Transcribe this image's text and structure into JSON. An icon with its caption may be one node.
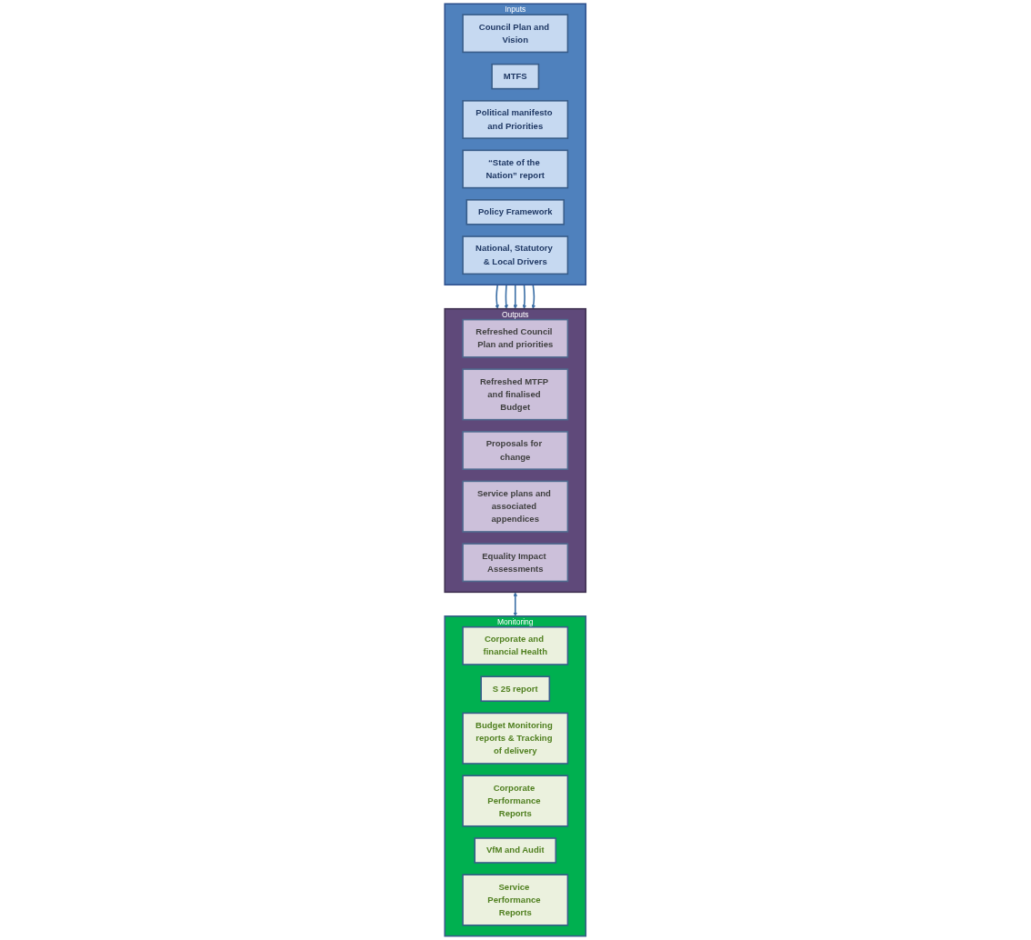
{
  "diagram": {
    "nodes": [
      {
        "text": [
          "Inputs"
        ]
      },
      {
        "text": [
          "Council Plan and Vision"
        ],
        "in": 0
      },
      {
        "text": [
          "MTFS"
        ],
        "in": 0
      },
      {
        "text": [
          "Political manifesto and Priorities"
        ],
        "in": 0
      },
      {
        "text": [
          "“State of the Nation” report"
        ],
        "in": 0
      },
      {
        "text": [
          "Policy Framework"
        ],
        "in": 0
      },
      {
        "text": [
          "National, Statutory & Local Drivers"
        ],
        "in": 0
      },
      {
        "text": [
          "Outputs"
        ]
      },
      {
        "text": [
          "Refreshed Council Plan and priorities"
        ],
        "in": 7
      },
      {
        "text": [
          "Refreshed MTFP and finalised Budget"
        ],
        "in": 7
      },
      {
        "text": [
          "Proposals for change"
        ],
        "in": 7
      },
      {
        "text": [
          "Service plans and associated appendices"
        ],
        "in": 7
      },
      {
        "text": [
          "Equality Impact Assessments"
        ],
        "in": 7
      },
      {
        "text": [
          "Monitoring"
        ]
      },
      {
        "text": [
          "Corporate and financial Health"
        ],
        "in": 13
      },
      {
        "text": [
          "S 25 report"
        ],
        "in": 13
      },
      {
        "text": [
          "Budget Monitoring reports & Tracking of delivery"
        ],
        "in": 13
      },
      {
        "text": [
          "Corporate Performance Reports"
        ],
        "in": 13
      },
      {
        "text": [
          "VfM and Audit"
        ],
        "in": 13
      },
      {
        "text": [
          "Service Performance Reports"
        ],
        "in": 13
      }
    ],
    "edges": [
      {
        "from": 0,
        "to": 7,
        "arrow": "to"
      },
      {
        "from": 0,
        "to": 7,
        "arrow": "to"
      },
      {
        "from": 0,
        "to": 7,
        "arrow": "to"
      },
      {
        "from": 0,
        "to": 7,
        "arrow": "to"
      },
      {
        "from": 0,
        "to": 7,
        "arrow": "to"
      },
      {
        "from": 7,
        "to": 13,
        "arrow": "both"
      }
    ]
  }
}
